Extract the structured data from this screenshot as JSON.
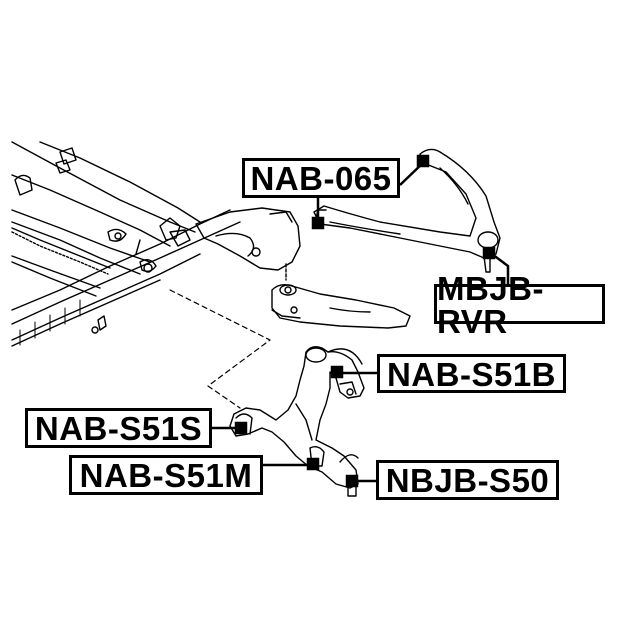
{
  "diagram": {
    "type": "exploded parts diagram",
    "subject": "front suspension subframe with upper/lower control arms and knuckle",
    "line_color": "#000000",
    "background": "#ffffff",
    "callouts": [
      {
        "id": "nab-065",
        "part_number": "NAB-065",
        "points_to": "upper control arm bushing"
      },
      {
        "id": "mbjb-rvr",
        "part_number": "MBJB-RVR",
        "points_to": "upper ball joint"
      },
      {
        "id": "nab-s51b",
        "part_number": "NAB-S51B",
        "points_to": "knuckle / compression arm rear bushing"
      },
      {
        "id": "nab-s51s",
        "part_number": "NAB-S51S",
        "points_to": "lower arm front bushing"
      },
      {
        "id": "nab-s51m",
        "part_number": "NAB-S51M",
        "points_to": "lower arm bushing"
      },
      {
        "id": "nbjb-s50",
        "part_number": "NBJB-S50",
        "points_to": "lower ball joint"
      }
    ]
  }
}
